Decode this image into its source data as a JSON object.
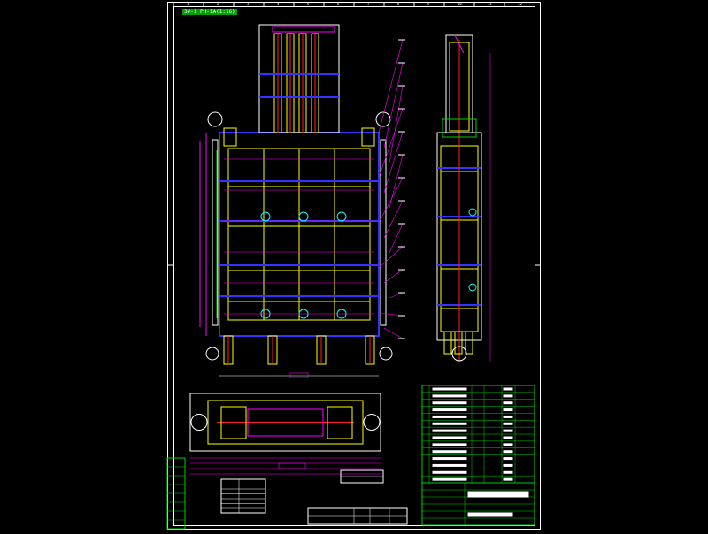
{
  "drawing": {
    "title_tag": "3#-1 PH-1A(1:16)",
    "colors": {
      "background": "#000000",
      "frame": "#ffffff",
      "frame_blue": "#3333ff",
      "yellow": "#ffff00",
      "magenta": "#ff00ff",
      "cyan": "#00ffff",
      "red": "#ff2020",
      "green": "#00d000",
      "white": "#ffffff"
    },
    "ruler_numbers": [
      "1",
      "2",
      "3",
      "4",
      "5",
      "6",
      "7",
      "8",
      "9",
      "10",
      "11",
      "12"
    ],
    "bom_rows": 14,
    "title_block_rows": 6
  }
}
